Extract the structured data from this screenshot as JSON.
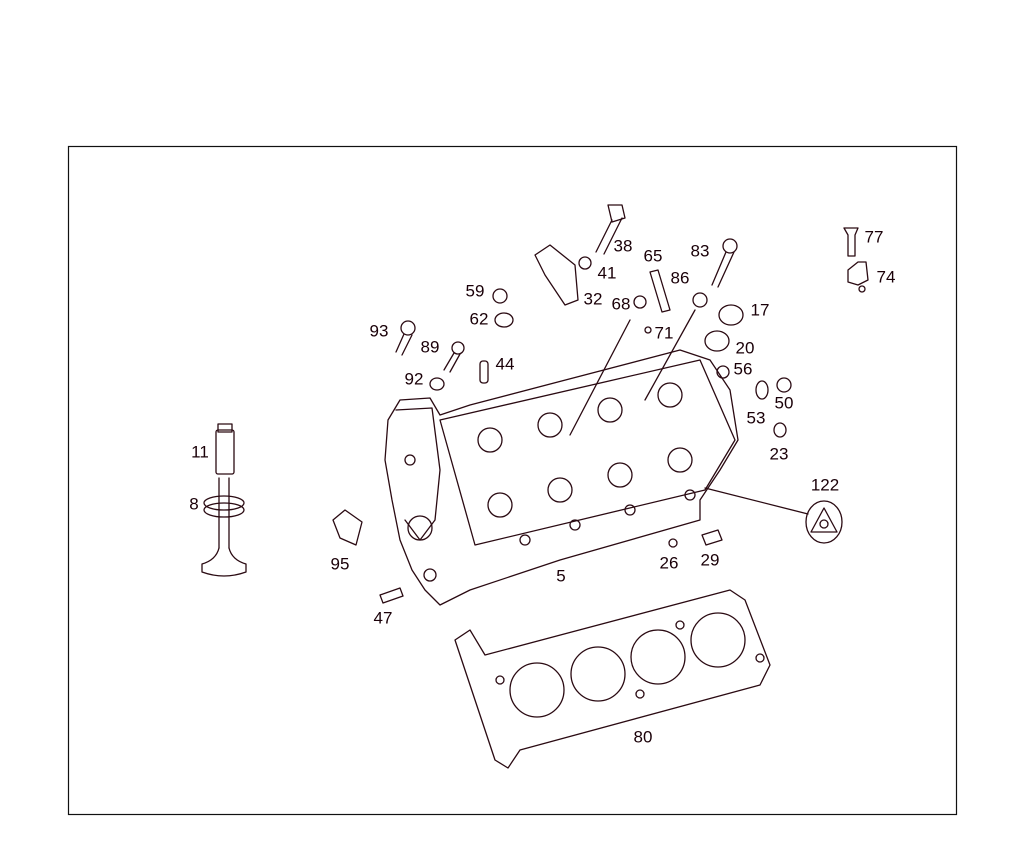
{
  "diagram": {
    "line_color": "#2a0a12",
    "part_labels": [
      {
        "text": "38"
      },
      {
        "text": "41"
      },
      {
        "text": "32"
      },
      {
        "text": "65"
      },
      {
        "text": "86"
      },
      {
        "text": "83"
      },
      {
        "text": "68"
      },
      {
        "text": "71"
      },
      {
        "text": "17"
      },
      {
        "text": "20"
      },
      {
        "text": "56"
      },
      {
        "text": "59"
      },
      {
        "text": "62"
      },
      {
        "text": "93"
      },
      {
        "text": "89"
      },
      {
        "text": "44"
      },
      {
        "text": "92"
      },
      {
        "text": "11"
      },
      {
        "text": "8"
      },
      {
        "text": "95"
      },
      {
        "text": "47"
      },
      {
        "text": "5"
      },
      {
        "text": "26"
      },
      {
        "text": "29"
      },
      {
        "text": "53"
      },
      {
        "text": "50"
      },
      {
        "text": "23"
      },
      {
        "text": "122"
      },
      {
        "text": "77"
      },
      {
        "text": "74"
      },
      {
        "text": "80"
      }
    ]
  }
}
